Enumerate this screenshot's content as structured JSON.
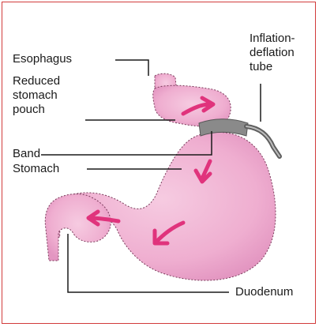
{
  "labels": {
    "esophagus": "Esophagus",
    "reduced_pouch": [
      "Reduced",
      "stomach",
      "pouch"
    ],
    "band": "Band",
    "stomach": "Stomach",
    "inflation_tube": [
      "Inflation-",
      "deflation",
      "tube"
    ],
    "duodenum": "Duodenum"
  },
  "colors": {
    "frame_border": "#d23b3b",
    "tissue": "#f2b7d4",
    "tissue_dark": "#e08fbb",
    "arrow": "#e0337c",
    "band": "#8a8a8a",
    "tube": "#5f5f5f"
  }
}
